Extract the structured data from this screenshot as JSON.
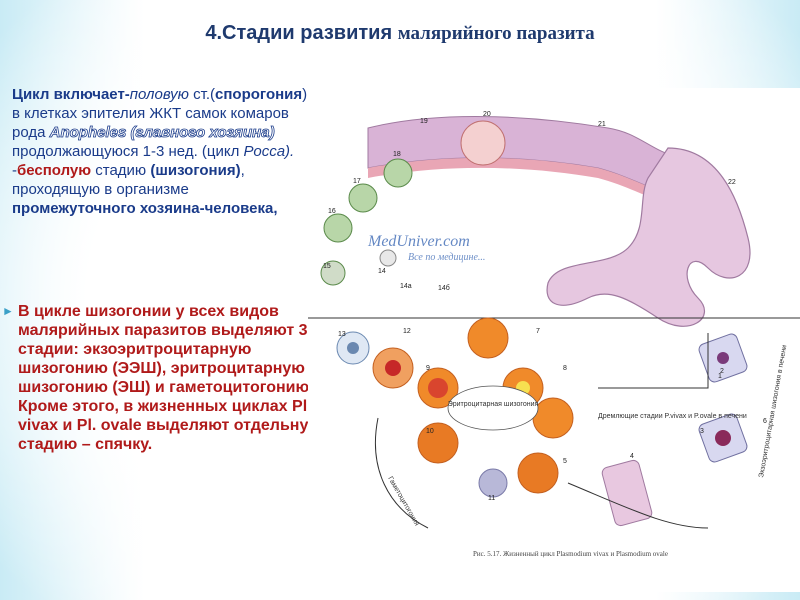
{
  "title": {
    "part1": "4.Стадии развития",
    "part2": "малярийного паразита"
  },
  "para1": {
    "t1": "Цикл включает-",
    "t2": "половую",
    "t3": "ст.(",
    "t4": "спорогония",
    "t5": ") в клетках эпителия ЖКТ самок комаров рода ",
    "t6": "Anopheles (главного хозяина)",
    "t7": " продолжающуюся 1-3 нед. (цикл ",
    "t8": "Росса).",
    "t9": " -",
    "t10": "бесполую",
    "t11": " стадию ",
    "t12": "(шизогония)",
    "t13": ", проходящую в организме ",
    "t14": "промежуточного хозяина-человека,"
  },
  "bullet": {
    "mark": "►",
    "text": "В цикле шизогонии у всех видов малярийных паразитов выделяют 3 стадии: экзоэритроцитарную шизогонию (ЭЭШ), эритроцитарную шизогонию (ЭШ) и гаметоцитогонию. Кроме этого, в жизненных циклах Pl. vivax и Pl. ovale выделяют отдельную стадию – спячку."
  },
  "diagram": {
    "watermark1": "MedUniver.com",
    "watermark2": "Все по медицине...",
    "label_erythro": "Эритроцитарная шизогония",
    "label_gameto": "Гаметоцитогония",
    "label_dormant": "Дремлющие стадии P.vivax и P.ovale в печени",
    "label_exo": "Экзоэритроцитарная шизогония в печени",
    "caption": "Рис. 5.17. Жизненный цикл Plasmodium vivax и Plasmodium ovale",
    "numbers": [
      "1",
      "2",
      "3",
      "4",
      "5",
      "6",
      "7",
      "8",
      "9",
      "10",
      "11",
      "12",
      "13",
      "14",
      "15",
      "16",
      "17",
      "18",
      "19",
      "20",
      "21",
      "22",
      "14а",
      "14б"
    ],
    "colors": {
      "cell_orange": "#f08a2a",
      "cell_red": "#d9452e",
      "tissue_purple": "#c9a0c8",
      "tissue_pink": "#e6b7c9",
      "green_cell": "#b8d6a8"
    }
  }
}
